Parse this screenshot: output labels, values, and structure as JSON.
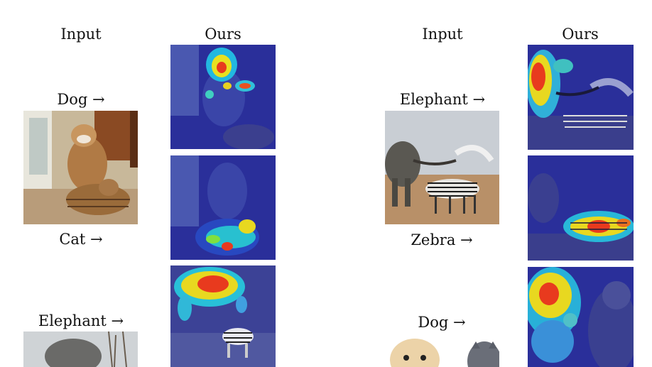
{
  "headers": {
    "left_input": "Input",
    "left_ours": "Ours",
    "right_input": "Input",
    "right_ours": "Ours"
  },
  "left": {
    "arrow_dog": "Dog →",
    "arrow_cat": "Cat →",
    "arrow_elephant": "Elephant →"
  },
  "right": {
    "arrow_elephant": "Elephant →",
    "arrow_zebra": "Zebra →",
    "arrow_dog": "Dog →"
  }
}
